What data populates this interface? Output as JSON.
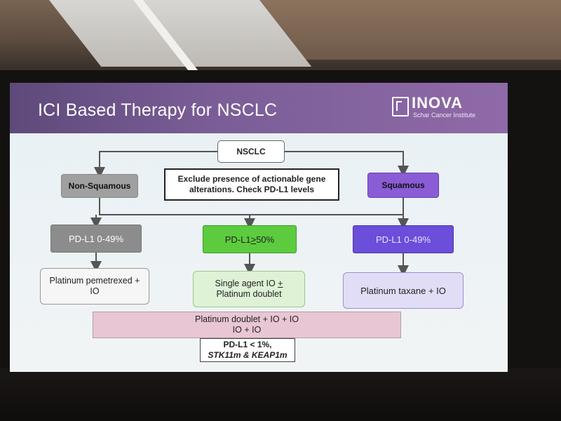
{
  "slide": {
    "title": "ICI Based Therapy for NSCLC",
    "logo": {
      "name": "INOVA",
      "subtitle": "Schar Cancer Institute"
    }
  },
  "flowchart": {
    "root": "NSCLC",
    "branch_left": "Non-Squamous",
    "branch_right": "Squamous",
    "instruction": "Exclude presence of actionable gene alterations. Check PD-L1 levels",
    "pdl1_left": "PD-L1 0-49%",
    "pdl1_mid_prefix": "PD-L1 ",
    "pdl1_mid_symbol": ">",
    "pdl1_mid_suffix": " 50%",
    "pdl1_right": "PD-L1 0-49%",
    "tx_left_line1": "Platinum pemetrexed +",
    "tx_left_line2": "IO",
    "tx_mid_line1_prefix": "Single agent IO ",
    "tx_mid_line1_symbol": "+",
    "tx_mid_line2": "Platinum doublet",
    "tx_right": "Platinum taxane + IO",
    "combo_line1": "Platinum doublet + IO + IO",
    "combo_line2": "IO + IO",
    "low_line1": "PD-L1 < 1%,",
    "low_line2": "STK11m & KEAP1m"
  },
  "colors": {
    "header": "#7a5d96",
    "non_squamous": "#a0a0a0",
    "squamous": "#8a5cd6",
    "pdl1_high": "#5ccc3e",
    "pdl1_right": "#6b4ed9",
    "combo": "#e9c6d4"
  }
}
